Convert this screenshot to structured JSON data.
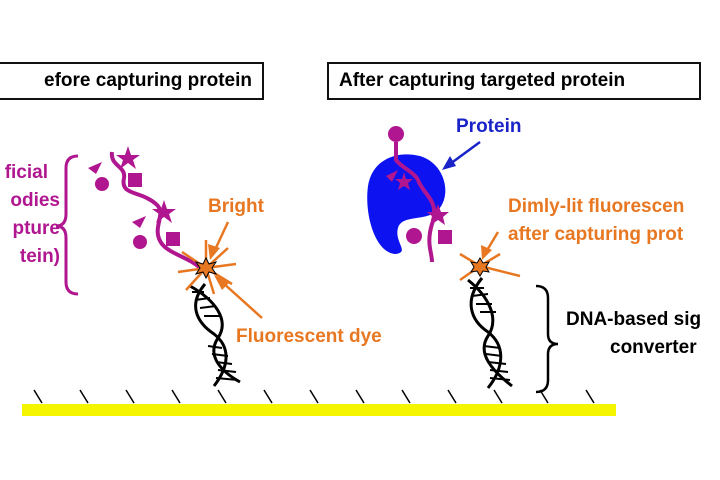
{
  "labels": {
    "before_title": "efore capturing protein",
    "after_title": "After capturing targeted protein",
    "antibodies": [
      "ficial",
      "odies",
      "pture",
      "tein)"
    ],
    "bright": "Bright",
    "fluorescent_dye": "Fluorescent dye",
    "protein": "Protein",
    "dimly": [
      "Dimly-lit fluorescen",
      "after capturing prot"
    ],
    "dna_converter": [
      "DNA-based sig",
      "converter"
    ]
  },
  "colors": {
    "magenta": "#b0168f",
    "orange": "#e87722",
    "blue": "#1a23c8",
    "yellow": "#f5f500",
    "black": "#000000"
  }
}
